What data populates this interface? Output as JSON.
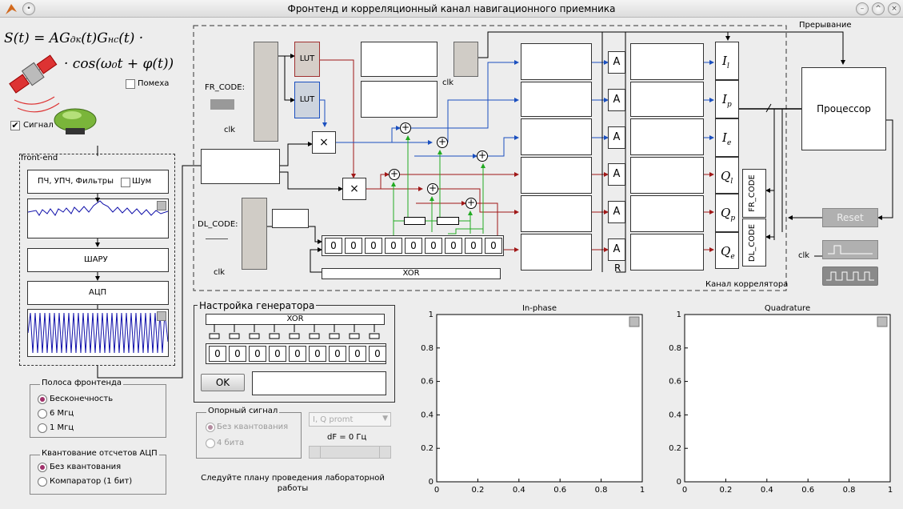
{
  "window": {
    "title": "Фронтенд и корреляционный канал навигационного приемника"
  },
  "formula": {
    "line1": "S(t) = AG",
    "line2": "· cos(ω₀t + φ(t))"
  },
  "interference": {
    "label": "Помеха",
    "checked": false
  },
  "signal": {
    "label": "Сигнал",
    "checked": true
  },
  "frontend": {
    "title": "front-end",
    "filters_label": "ПЧ, УПЧ, Фильтры",
    "noise_label": "Шум",
    "sharu_label": "ШАРУ",
    "adc_label": "АЦП"
  },
  "bandwidth": {
    "title": "Полоса фронтенда",
    "options": [
      {
        "label": "Бесконечность",
        "selected": true
      },
      {
        "label": "6 Мгц",
        "selected": false
      },
      {
        "label": "1 Мгц",
        "selected": false
      }
    ]
  },
  "quantization": {
    "title": "Квантование отсчетов АЦП",
    "options": [
      {
        "label": "Без квантования",
        "selected": true
      },
      {
        "label": "Компаратор (1 бит)",
        "selected": false
      }
    ]
  },
  "correlator": {
    "title": "Канал коррелятора",
    "fr_code": "FR_CODE:",
    "dl_code": "DL_CODE:",
    "lut": "LUT",
    "clk": "clk",
    "accum": "A",
    "reset_mark": "R",
    "xor": "XOR",
    "bits": [
      "0",
      "0",
      "0",
      "0",
      "0",
      "0",
      "0",
      "0",
      "0"
    ],
    "outputs": [
      "I",
      "I",
      "I",
      "Q",
      "Q",
      "Q"
    ],
    "output_subs": [
      "l",
      "p",
      "e",
      "l",
      "p",
      "e"
    ],
    "fr_code_vert": "FR_CODE",
    "dl_code_vert": "DL_CODE"
  },
  "interrupt": "Прерывание",
  "processor": "Процессор",
  "reset": "Reset",
  "clk_right": "clk",
  "generator": {
    "title": "Настройка генератора",
    "xor": "XOR",
    "bits": [
      "0",
      "0",
      "0",
      "0",
      "0",
      "0",
      "0",
      "0",
      "0"
    ],
    "ok_label": "OK"
  },
  "reference": {
    "title": "Опорный сигнал",
    "options": [
      {
        "label": "Без квантования",
        "selected": true
      },
      {
        "label": "4 бита",
        "selected": false
      }
    ]
  },
  "iq_select": {
    "value": "I, Q promt"
  },
  "df_label": "dF = 0 Гц",
  "hint": "Следуйте плану проведения лабораторной работы",
  "chart_data": [
    {
      "type": "scatter",
      "title": "In-phase",
      "xlim": [
        0,
        1
      ],
      "ylim": [
        0,
        1
      ],
      "xticks": [
        "0",
        "0.2",
        "0.4",
        "0.6",
        "0.8",
        "1"
      ],
      "yticks": [
        "0",
        "0.2",
        "0.4",
        "0.6",
        "0.8",
        "1"
      ],
      "series": []
    },
    {
      "type": "scatter",
      "title": "Quadrature",
      "xlim": [
        0,
        1
      ],
      "ylim": [
        0,
        1
      ],
      "xticks": [
        "0",
        "0.2",
        "0.4",
        "0.6",
        "0.8",
        "1"
      ],
      "yticks": [
        "0",
        "0.2",
        "0.4",
        "0.6",
        "0.8",
        "1"
      ],
      "series": []
    }
  ]
}
